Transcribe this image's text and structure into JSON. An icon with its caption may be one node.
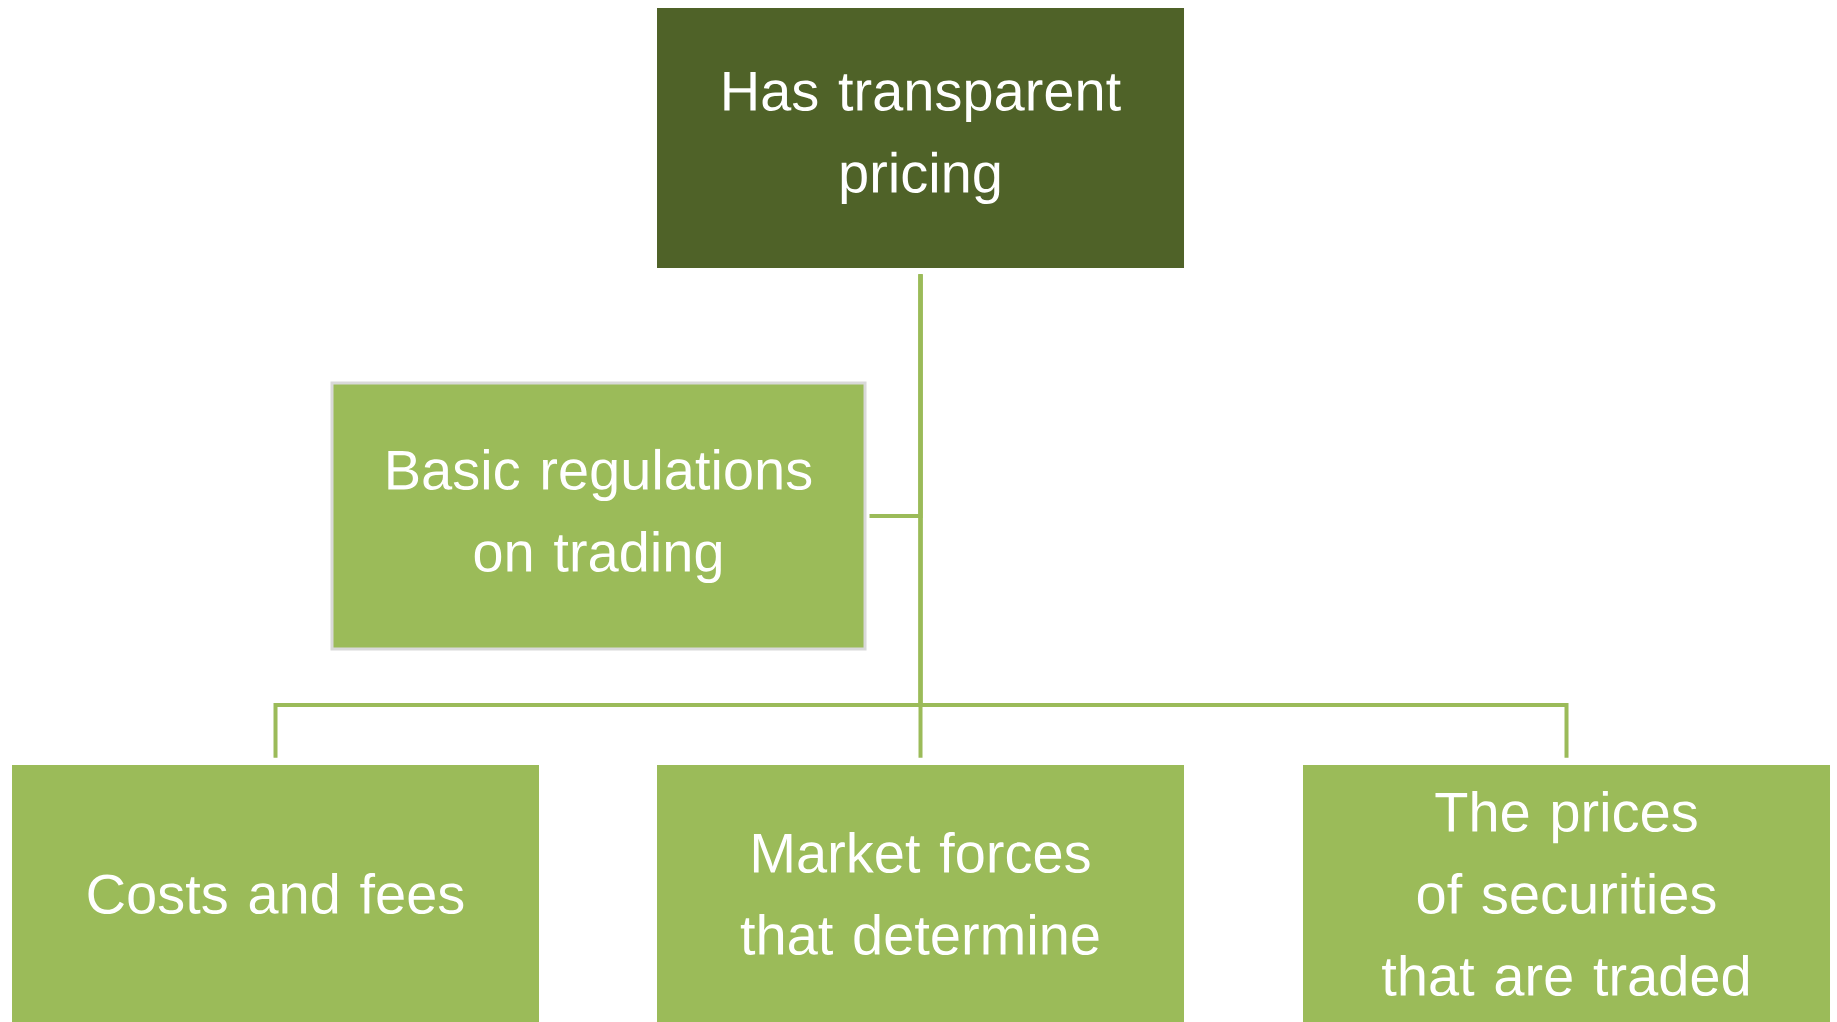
{
  "diagram": {
    "nodes": [
      {
        "text": [
          "Has transparent pricing"
        ]
      },
      {
        "text": [
          "Basic regulations on trading"
        ]
      },
      {
        "text": [
          "Costs and fees"
        ]
      },
      {
        "text": [
          "Market forces that determine"
        ]
      },
      {
        "text": [
          "The prices of securities that are traded"
        ]
      }
    ],
    "edges": [
      {
        "from": 0,
        "to": 1,
        "arrow": "none"
      },
      {
        "from": 0,
        "to": 2,
        "arrow": "none"
      },
      {
        "from": 0,
        "to": 3,
        "arrow": "none"
      },
      {
        "from": 0,
        "to": 4,
        "arrow": "none"
      }
    ]
  }
}
